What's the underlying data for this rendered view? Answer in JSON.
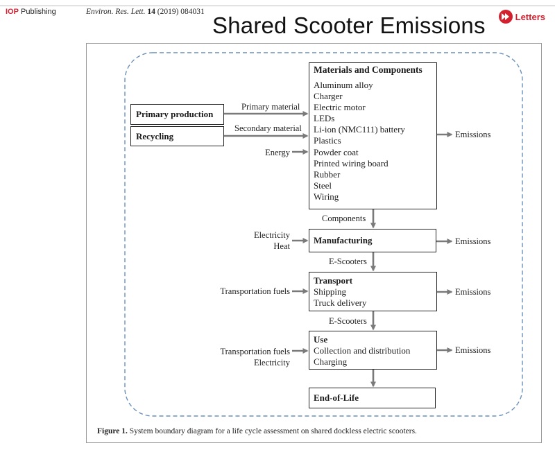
{
  "header": {
    "publisher_mark": "IOP",
    "publisher_name": "Publishing",
    "journal": "Environ. Res. Lett.",
    "volume": "14",
    "citation_rest": "(2019) 084031",
    "section": "Letters"
  },
  "title": "Shared Scooter Emissions",
  "diagram": {
    "materials_box": {
      "title": "Materials and Components",
      "items": [
        "Aluminum alloy",
        "Charger",
        "Electric motor",
        "LEDs",
        "Li-ion (NMC111) battery",
        "Plastics",
        "Powder coat",
        "Printed wiring board",
        "Rubber",
        "Steel",
        "Wiring"
      ]
    },
    "primary_box": {
      "title": "Primary production"
    },
    "recycling_box": {
      "title": "Recycling"
    },
    "manufacturing_box": {
      "title": "Manufacturing"
    },
    "transport_box": {
      "title": "Transport",
      "items": [
        "Shipping",
        "Truck delivery"
      ]
    },
    "use_box": {
      "title": "Use",
      "items": [
        "Collection and distribution",
        "Charging"
      ]
    },
    "eol_box": {
      "title": "End-of-Life"
    },
    "flows": {
      "primary_material": "Primary material",
      "secondary_material": "Secondary material",
      "energy": "Energy",
      "components": "Components",
      "escooters_1": "E-Scooters",
      "escooters_2": "E-Scooters",
      "electricity": "Electricity",
      "heat": "Heat",
      "transport_fuels_1": "Transportation fuels",
      "transport_fuels_2": "Transportation fuels",
      "electricity_2": "Electricity"
    },
    "emissions": [
      "Emissions",
      "Emissions",
      "Emissions",
      "Emissions"
    ]
  },
  "caption": {
    "label": "Figure 1.",
    "text": "System boundary diagram for a life cycle assessment on shared dockless electric scooters."
  },
  "colors": {
    "publisher_red": "#d2202f",
    "boundary_blue": "#6a8fb8",
    "arrow_gray": "#7a7a7a"
  }
}
